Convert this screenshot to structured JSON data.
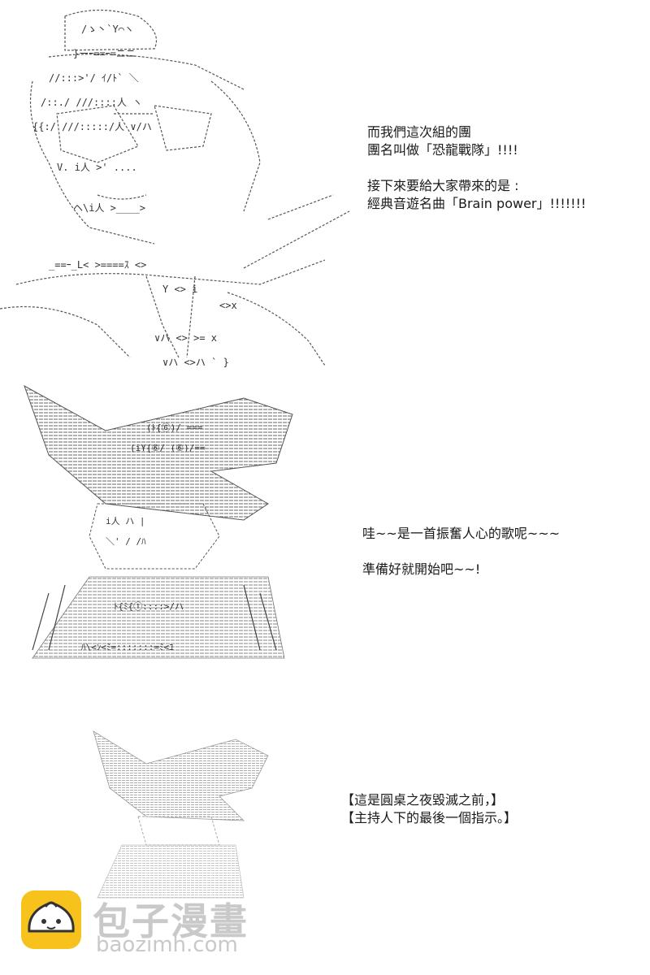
{
  "panels": [
    {
      "id": "panel-1",
      "lines": [
        "而我們這次組的團",
        "團名叫做「恐龍戰隊」!!!!",
        "",
        "接下來要給大家帶來的是 :",
        "經典音遊名曲「Brain power」!!!!!!!"
      ]
    },
    {
      "id": "panel-2",
      "lines": [
        "哇~~是一首振奮人心的歌呢~~~",
        "",
        "準備好就開始吧~~!"
      ]
    },
    {
      "id": "panel-3",
      "lines": [
        "【這是圓桌之夜毀滅之前，】",
        "【主持人下的最後一個指示。】"
      ]
    }
  ],
  "watermark": {
    "name": "包子漫畫",
    "url": "baozimh.com"
  }
}
